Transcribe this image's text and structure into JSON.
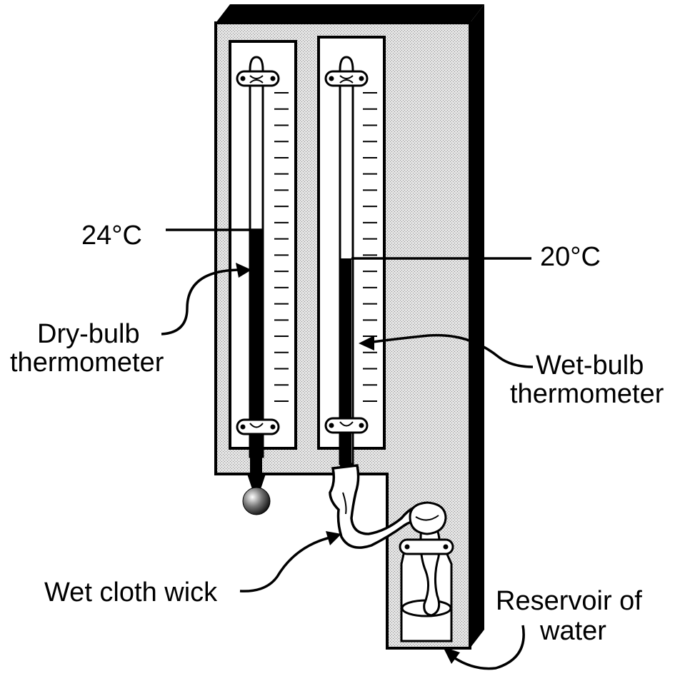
{
  "labels": {
    "dry_temp": "24°C",
    "wet_temp": "20°C",
    "dry_line1": "Dry-bulb",
    "dry_line2": "thermometer",
    "wet_line1": "Wet-bulb",
    "wet_line2": "thermometer",
    "wick": "Wet cloth wick",
    "reservoir_line1": "Reservoir of",
    "reservoir_line2": "water"
  },
  "readings": {
    "scale_ticks": 20
  },
  "colors": {
    "ink": "#000000",
    "paper": "#ffffff",
    "board_fill": "#d6d6d6"
  }
}
